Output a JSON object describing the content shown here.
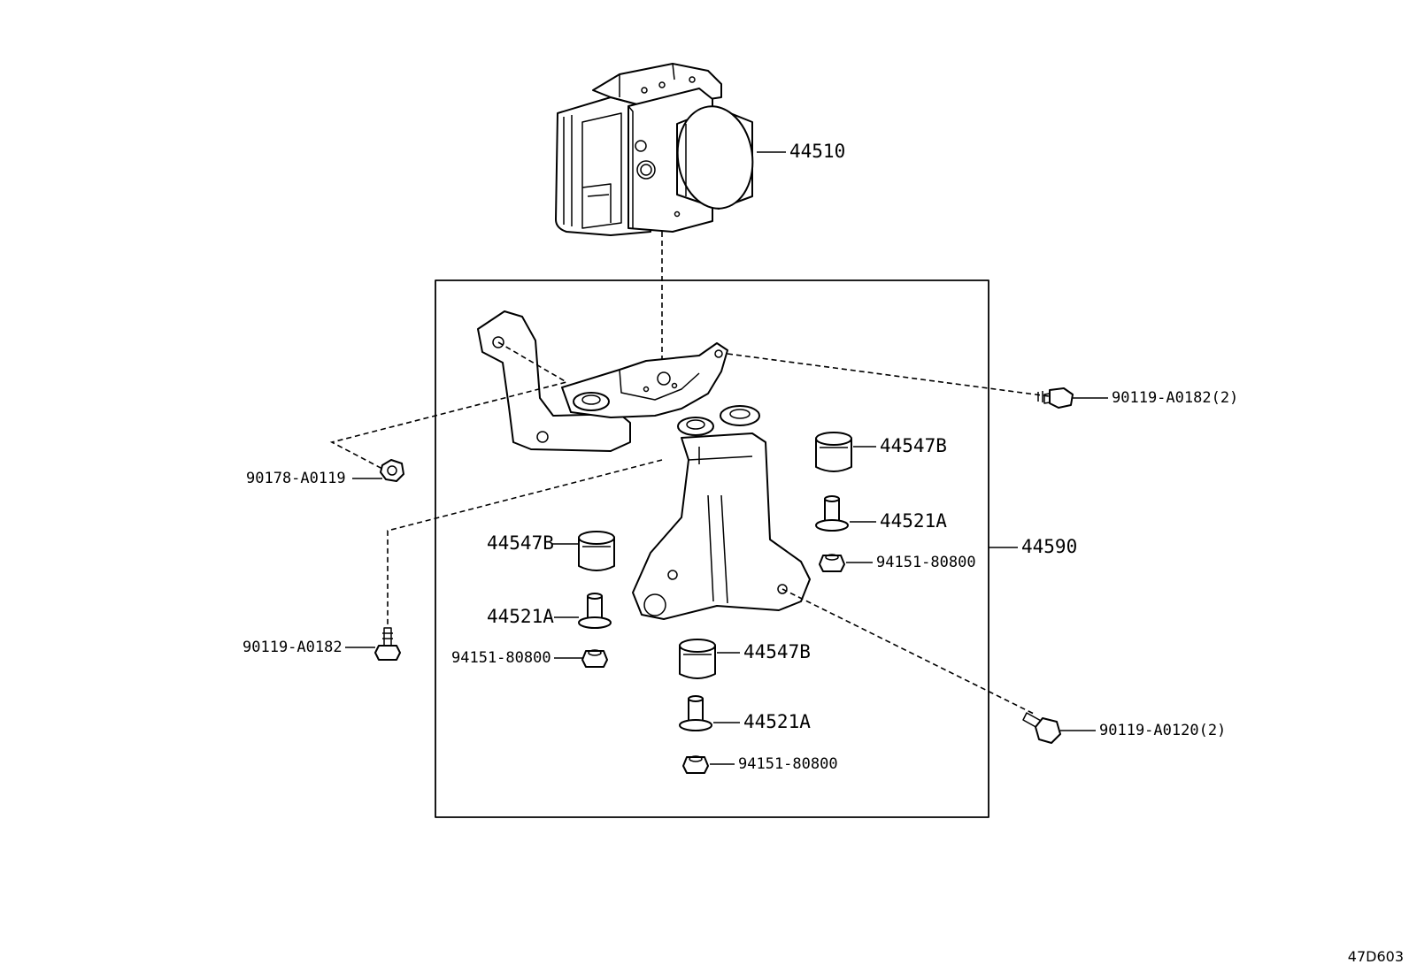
{
  "diagram": {
    "id": "47D603",
    "parts": {
      "p44510": "44510",
      "p44590": "44590",
      "p90119_a0182_2": "90119-A0182(2)",
      "p90178_a0119": "90178-A0119",
      "p90119_a0182": "90119-A0182",
      "p90119_a0120_2": "90119-A0120(2)",
      "p44547b_1": "44547B",
      "p44521a_1": "44521A",
      "p94151_80800_1": "94151-80800",
      "p44547b_2": "44547B",
      "p44521a_2": "44521A",
      "p94151_80800_2": "94151-80800",
      "p44547b_3": "44547B",
      "p44521a_3": "44521A",
      "p94151_80800_3": "94151-80800"
    }
  }
}
